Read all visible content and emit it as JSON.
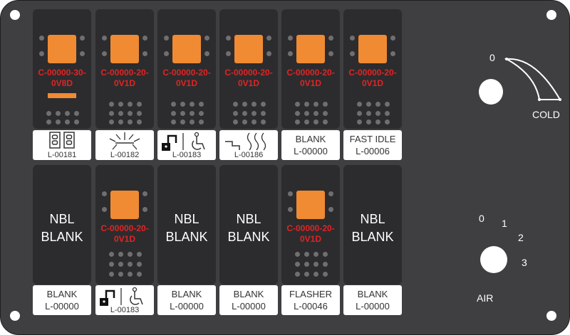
{
  "top_row": [
    {
      "part_line1": "C-00000-30-",
      "part_line2": "0V8D",
      "label_code": "L-00181",
      "icon": "dual-bulb-icon"
    },
    {
      "part_line1": "C-00000-20-",
      "part_line2": "0V1D",
      "label_code": "L-00182",
      "icon": "sun-light-icon"
    },
    {
      "part_line1": "C-00000-20-",
      "part_line2": "0V1D",
      "label_code": "L-00183",
      "icon": "lock-wheelchair-icon"
    },
    {
      "part_line1": "C-00000-20-",
      "part_line2": "0V1D",
      "label_code": "L-00186",
      "icon": "step-heat-icon"
    },
    {
      "part_line1": "C-00000-20-",
      "part_line2": "0V1D",
      "label_title": "BLANK",
      "label_code": "L-00000"
    },
    {
      "part_line1": "C-00000-20-",
      "part_line2": "0V1D",
      "label_title": "FAST IDLE",
      "label_code": "L-00006"
    }
  ],
  "bottom_row": [
    {
      "nbl_line1": "NBL",
      "nbl_line2": "BLANK",
      "label_title": "BLANK",
      "label_code": "L-00000"
    },
    {
      "part_line1": "C-00000-20-",
      "part_line2": "0V1D",
      "label_code": "L-00183",
      "icon": "lock-wheelchair-icon"
    },
    {
      "nbl_line1": "NBL",
      "nbl_line2": "BLANK",
      "label_title": "BLANK",
      "label_code": "L-00000"
    },
    {
      "nbl_line1": "NBL",
      "nbl_line2": "BLANK",
      "label_title": "BLANK",
      "label_code": "L-00000"
    },
    {
      "part_line1": "C-00000-20-",
      "part_line2": "0V1D",
      "label_title": "FLASHER",
      "label_code": "L-00046"
    },
    {
      "nbl_line1": "NBL",
      "nbl_line2": "BLANK",
      "label_title": "BLANK",
      "label_code": "L-00000"
    }
  ],
  "temp_knob": {
    "zero": "0",
    "cold": "COLD"
  },
  "air_knob": {
    "pos0": "0",
    "pos1": "1",
    "pos2": "2",
    "pos3": "3",
    "label": "AIR"
  },
  "colors": {
    "panel": "#3f3f41",
    "switch": "#2c2c2e",
    "rocker": "#f08a33",
    "part_text": "#e02424"
  }
}
